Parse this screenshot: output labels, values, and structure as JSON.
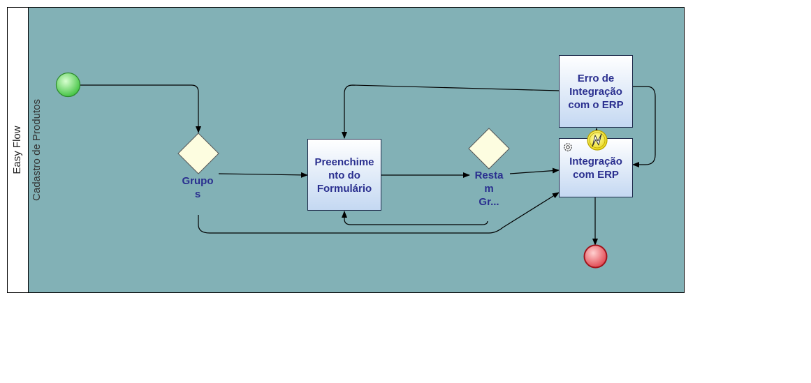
{
  "pool": {
    "label": "Easy Flow"
  },
  "lane": {
    "label": "Cadastro de Produtos"
  },
  "tasks": {
    "preenchimento": {
      "line1": "Preenchime",
      "line2": "nto do",
      "line3": "Formulário"
    },
    "integracao": {
      "line1": "Integração",
      "line2": "com ERP"
    },
    "erro": {
      "line1": "Erro de",
      "line2": "Integração",
      "line3": "com o ERP"
    }
  },
  "gateways": {
    "grupos": {
      "line1": "Grupo",
      "line2": "s"
    },
    "restam": {
      "line1": "Resta",
      "line2": "m",
      "line3": "Gr..."
    }
  },
  "colors": {
    "lane_fill": "#82b1b6",
    "task_top": "#ffffff",
    "task_bottom": "#c8dcf5",
    "task_border": "#1f2c4c",
    "gateway_fill": "#fdfde0",
    "start_fill": "#5fd25f",
    "end_fill": "#e8505a",
    "label_text": "#2a2f8f"
  }
}
